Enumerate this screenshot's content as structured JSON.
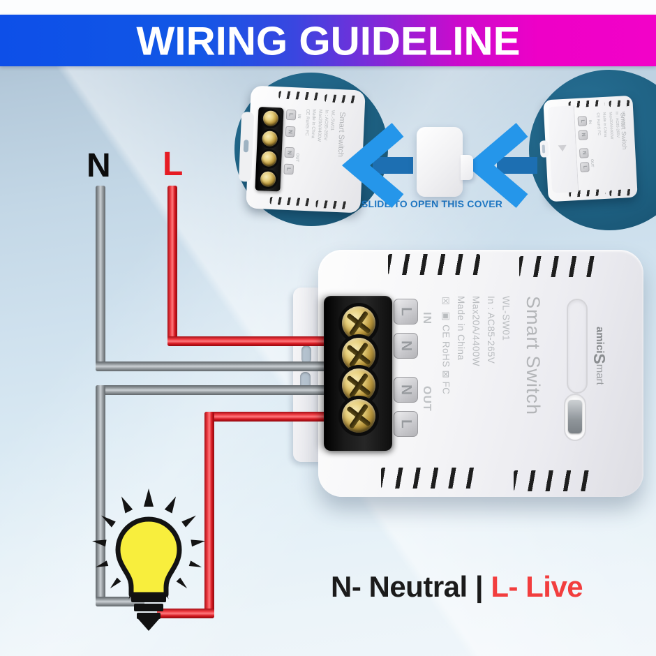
{
  "banner": {
    "title": "WIRING GUIDELINE"
  },
  "top_diagram": {
    "caption": "SLIDE TO OPEN THIS COVER"
  },
  "wire_labels": {
    "neutral": "N",
    "live": "L"
  },
  "device": {
    "brand": {
      "prefix": "amici",
      "s": "S",
      "suffix": "mart"
    },
    "product_name": "Smart Switch",
    "model": "WL-SW01",
    "input_rating": "In : AC85-265V",
    "max_load": "Max20A/4400W",
    "origin": "Made in China",
    "certs": {
      "bin_glyph": "☒",
      "insulation_glyph": "▣",
      "ce": "CE",
      "rohs": "RoHS",
      "no_bin_glyph": "⊠",
      "fcc": "FC"
    },
    "terminals": {
      "in_label": "IN",
      "out_label": "OUT",
      "in": [
        "L",
        "N"
      ],
      "out": [
        "N",
        "L"
      ]
    }
  },
  "legend": {
    "neutral": "N- Neutral",
    "separator": "|",
    "live": "L- Live"
  },
  "colors": {
    "live_wire": "#e8222a",
    "neutral_wire": "#9aa0a4",
    "banner_blue": "#1155e4",
    "banner_magenta": "#ef00c6",
    "arrow_blue": "#2596ea",
    "circle_teal": "#1d5f80",
    "bulb_yellow": "#f8ee3d"
  }
}
